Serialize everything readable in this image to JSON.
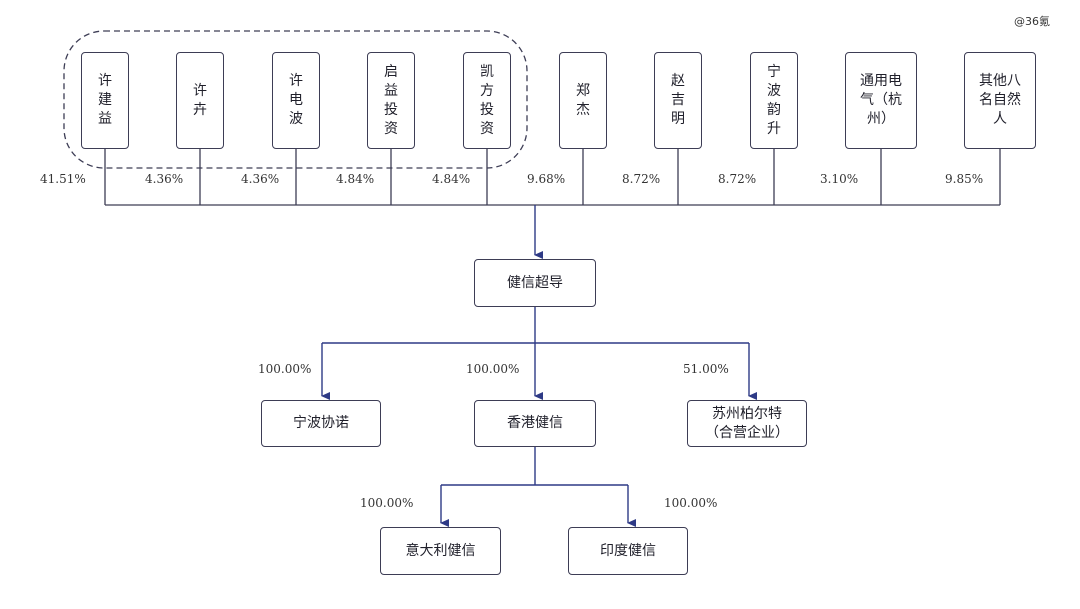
{
  "watermark": "@36氪",
  "shareholders": [
    {
      "name": "许\n建\n益",
      "pct": "41.51%"
    },
    {
      "name": "许\n卉",
      "pct": "4.36%"
    },
    {
      "name": "许\n电\n波",
      "pct": "4.36%"
    },
    {
      "name": "启\n益\n投\n资",
      "pct": "4.84%"
    },
    {
      "name": "凯\n方\n投\n资",
      "pct": "4.84%"
    },
    {
      "name": "郑\n杰",
      "pct": "9.68%"
    },
    {
      "name": "赵\n吉\n明",
      "pct": "8.72%"
    },
    {
      "name": "宁\n波\n韵\n升",
      "pct": "8.72%"
    },
    {
      "name": "通用电\n气（杭\n州）",
      "pct": "3.10%"
    },
    {
      "name": "其他八\n名自然\n人",
      "pct": "9.85%"
    }
  ],
  "company": "健信超导",
  "subsidiaries": [
    {
      "name": "宁波协诺",
      "pct": "100.00%"
    },
    {
      "name": "香港健信",
      "pct": "100.00%"
    },
    {
      "name": "苏州柏尔特\n（合营企业）",
      "pct": "51.00%"
    }
  ],
  "sub_subsidiaries": [
    {
      "name": "意大利健信",
      "pct": "100.00%"
    },
    {
      "name": "印度健信",
      "pct": "100.00%"
    }
  ]
}
